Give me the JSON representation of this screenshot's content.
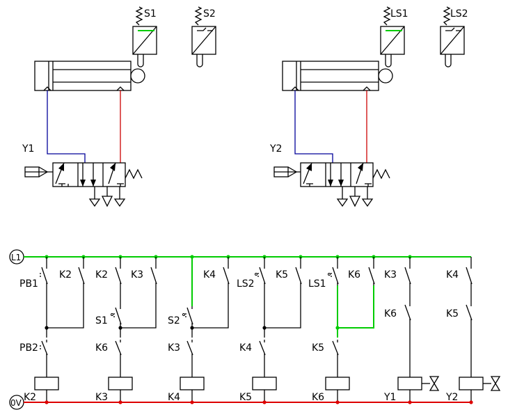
{
  "colors": {
    "live": "#00cc00",
    "neutral": "#dd0000",
    "extend_line": "#000099",
    "retract_line": "#cc0000",
    "wire": "#000000",
    "background": "#ffffff"
  },
  "pneumatic": {
    "units": [
      {
        "valve_label": "Y1",
        "switch_left": "S1",
        "switch_right": "S2"
      },
      {
        "valve_label": "Y2",
        "switch_left": "LS1",
        "switch_right": "LS2"
      }
    ]
  },
  "ladder": {
    "rail_top": "L1",
    "rail_bottom": "0V",
    "contacts": [
      {
        "id": "PB1",
        "label": "PB1"
      },
      {
        "id": "K2a",
        "label": "K2"
      },
      {
        "id": "K2b",
        "label": "K2"
      },
      {
        "id": "K3a",
        "label": "K3"
      },
      {
        "id": "S1",
        "label": "S1"
      },
      {
        "id": "S2",
        "label": "S2"
      },
      {
        "id": "K4a",
        "label": "K4"
      },
      {
        "id": "LS2",
        "label": "LS2"
      },
      {
        "id": "K5a",
        "label": "K5"
      },
      {
        "id": "LS1",
        "label": "LS1"
      },
      {
        "id": "K6a",
        "label": "K6"
      },
      {
        "id": "K3c",
        "label": "K3"
      },
      {
        "id": "K4c",
        "label": "K4"
      },
      {
        "id": "PB2",
        "label": "PB2"
      },
      {
        "id": "K6b",
        "label": "K6"
      },
      {
        "id": "K3b",
        "label": "K3"
      },
      {
        "id": "K4b",
        "label": "K4"
      },
      {
        "id": "K5b",
        "label": "K5"
      },
      {
        "id": "K6c",
        "label": "K6"
      },
      {
        "id": "K5c",
        "label": "K5"
      }
    ],
    "coils": [
      "K2",
      "K3",
      "K4",
      "K5",
      "K6",
      "Y1",
      "Y2"
    ]
  }
}
